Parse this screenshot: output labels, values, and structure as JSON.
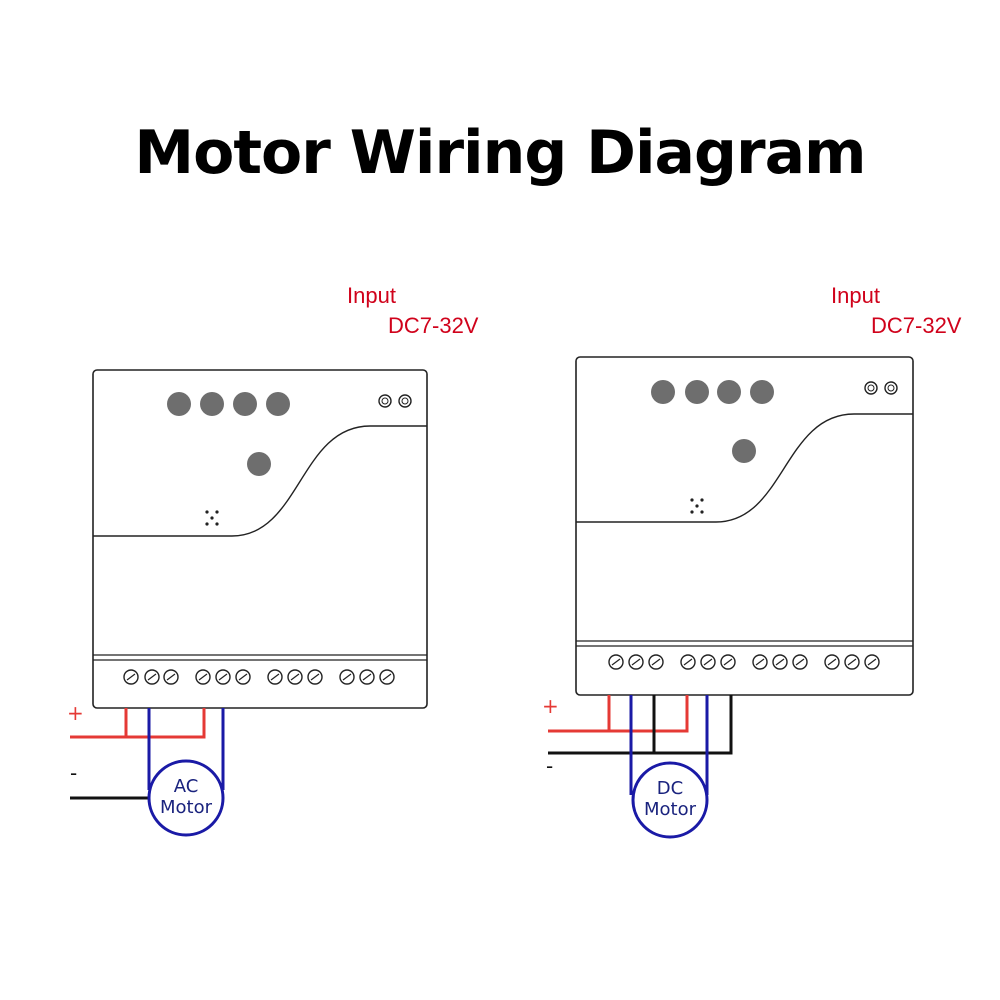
{
  "title": "Motor Wiring Diagram",
  "colors": {
    "positive": "#e53935",
    "negative": "#111111",
    "motor": "#1a1aa6",
    "input_text": "#d0021b"
  },
  "left_diagram": {
    "input_label": "Input",
    "voltage_label": "DC7-32V",
    "plus_label": "+",
    "minus_label": "-",
    "motor_line1": "AC",
    "motor_line2": "Motor"
  },
  "right_diagram": {
    "input_label": "Input",
    "voltage_label": "DC7-32V",
    "plus_label": "+",
    "minus_label": "-",
    "motor_line1": "DC",
    "motor_line2": "Motor"
  }
}
